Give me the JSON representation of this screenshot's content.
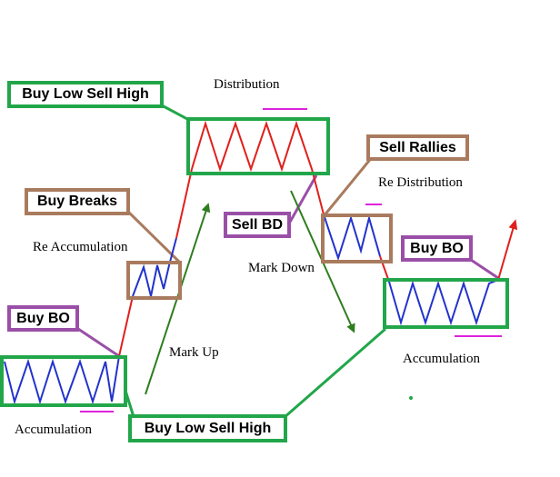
{
  "labels": {
    "buy_low_sell_high_top": "Buy Low Sell High",
    "buy_low_sell_high_bottom": "Buy Low Sell High",
    "buy_breaks": "Buy Breaks",
    "buy_bo_left": "Buy BO",
    "buy_bo_right": "Buy BO",
    "sell_bd": "Sell BD",
    "sell_rallies": "Sell Rallies"
  },
  "phases": {
    "distribution": "Distribution",
    "re_distribution": "Re Distribution",
    "re_accumulation": "Re Accumulation",
    "mark_down": "Mark Down",
    "mark_up": "Mark Up",
    "accumulation_left": "Accumulation",
    "accumulation_right": "Accumulation"
  },
  "colors": {
    "green_box": "#22a64a",
    "brown_box": "#a97b5e",
    "purple_box": "#9a4fa7",
    "uptrend_line": "#e0201c",
    "range_line": "#2233cc",
    "arrow_green": "#2e7d1f",
    "magenta_mark": "#dd22dd"
  }
}
